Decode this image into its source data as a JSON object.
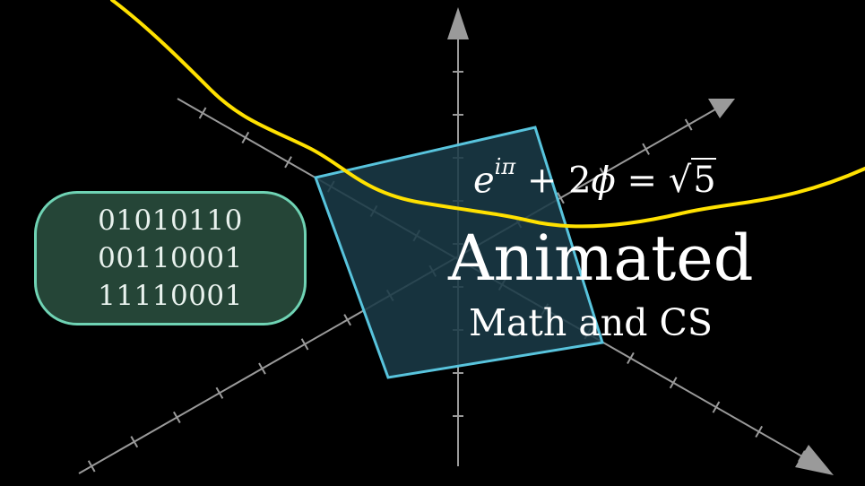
{
  "binary": {
    "lines": [
      "01010110",
      "00110001",
      "11110001"
    ]
  },
  "formula": {
    "base": "e",
    "exponent": "iπ",
    "operator_plus": "+",
    "coefficient": "2",
    "phi": "ϕ",
    "equals": "=",
    "radical": "√",
    "radicand": "5"
  },
  "title": {
    "main": "Animated",
    "sub": "Math and CS"
  },
  "colors": {
    "background": "#000000",
    "axes": "#9a9a9a",
    "curve": "#ffe100",
    "plane_stroke": "#58c4dd",
    "plane_fill": "#1a3a47",
    "box_stroke": "#6fd3b4",
    "text": "#ffffff"
  }
}
